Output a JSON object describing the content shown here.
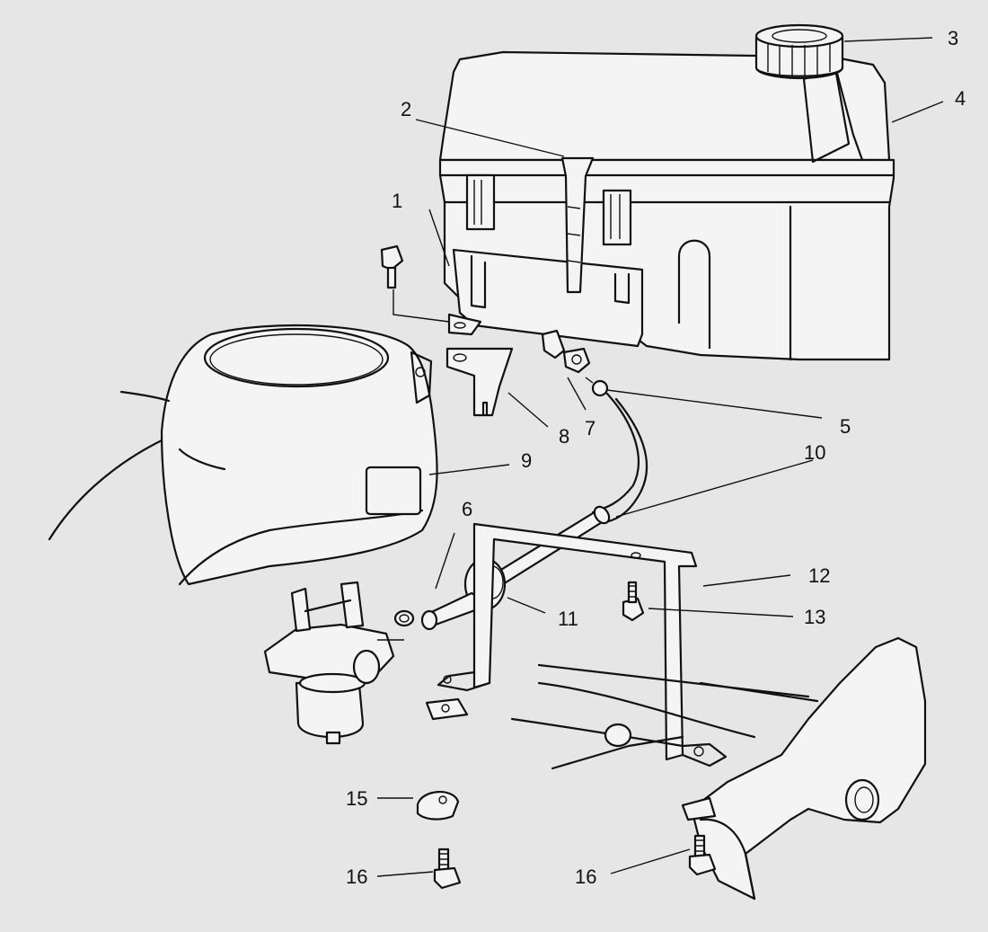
{
  "diagram": {
    "callouts": [
      {
        "id": "1",
        "label": "1"
      },
      {
        "id": "2",
        "label": "2"
      },
      {
        "id": "3",
        "label": "3"
      },
      {
        "id": "4",
        "label": "4"
      },
      {
        "id": "5",
        "label": "5"
      },
      {
        "id": "6",
        "label": "6"
      },
      {
        "id": "7",
        "label": "7"
      },
      {
        "id": "8",
        "label": "8"
      },
      {
        "id": "9",
        "label": "9"
      },
      {
        "id": "10",
        "label": "10"
      },
      {
        "id": "11",
        "label": "11"
      },
      {
        "id": "12",
        "label": "12"
      },
      {
        "id": "13",
        "label": "13"
      },
      {
        "id": "15",
        "label": "15"
      },
      {
        "id": "16a",
        "label": "16"
      },
      {
        "id": "16b",
        "label": "16"
      }
    ]
  }
}
